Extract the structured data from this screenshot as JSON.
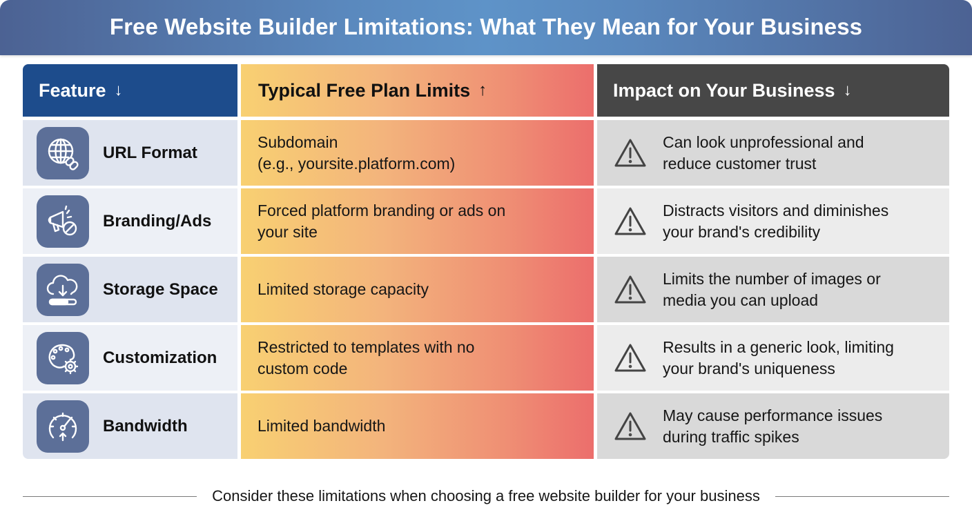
{
  "title": "Free Website Builder Limitations: What They Mean for Your Business",
  "table": {
    "headers": [
      {
        "label": "Feature",
        "arrow": "↓"
      },
      {
        "label": "Typical Free Plan Limits",
        "arrow": "↑"
      },
      {
        "label": "Impact on Your Business",
        "arrow": "↓"
      }
    ],
    "rows": [
      {
        "feature": "URL Format",
        "icon": "globe-link-icon",
        "limit_lines": [
          "Subdomain",
          "(e.g., yoursite.platform.com)"
        ],
        "impact_lines": [
          "Can look unprofessional and",
          "reduce customer trust"
        ]
      },
      {
        "feature": "Branding/Ads",
        "icon": "megaphone-blocked-icon",
        "limit_lines": [
          "Forced platform branding or ads on",
          "your site"
        ],
        "impact_lines": [
          "Distracts visitors and diminishes",
          "your brand's credibility"
        ]
      },
      {
        "feature": "Storage Space",
        "icon": "cloud-download-icon",
        "limit_lines": [
          "Limited storage capacity"
        ],
        "impact_lines": [
          "Limits the number of images or",
          "media you can upload"
        ]
      },
      {
        "feature": "Customization",
        "icon": "palette-gear-icon",
        "limit_lines": [
          "Restricted to templates with no",
          "custom code"
        ],
        "impact_lines": [
          "Results in a generic look, limiting",
          "your brand's uniqueness"
        ]
      },
      {
        "feature": "Bandwidth",
        "icon": "speedometer-icon",
        "limit_lines": [
          "Limited bandwidth"
        ],
        "impact_lines": [
          "May cause performance issues",
          "during traffic spikes"
        ]
      }
    ],
    "impact_icon": "warning-triangle-icon"
  },
  "footer": {
    "note": "Consider these limitations when choosing a free website builder for your business"
  },
  "colors": {
    "title_band": "#5a88bd",
    "feature_header": "#1d4c8c",
    "limits_gradient_start": "#f8d072",
    "limits_gradient_end": "#ec6e6c",
    "impact_header": "#474747",
    "icon_tile": "#5c6f98"
  }
}
